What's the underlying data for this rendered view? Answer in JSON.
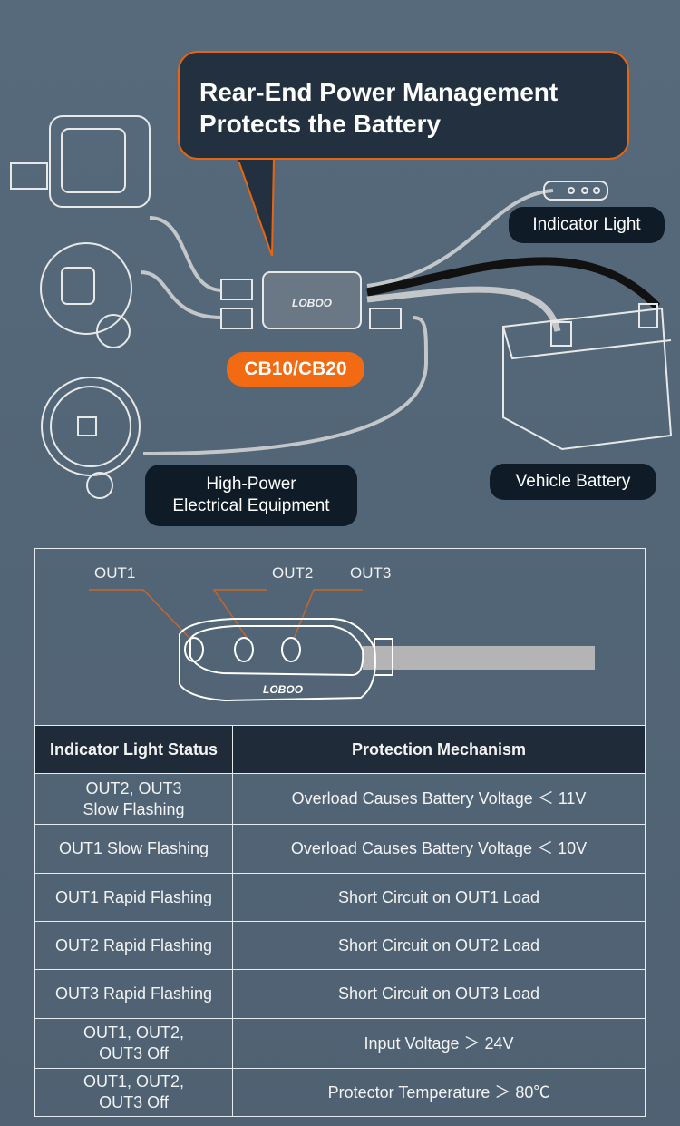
{
  "callout": {
    "line1": "Rear-End Power Management",
    "line2": "Protects the Battery"
  },
  "labels": {
    "indicator_light": "Indicator Light",
    "vehicle_battery": "Vehicle Battery",
    "equipment_line1": "High-Power",
    "equipment_line2": "Electrical Equipment",
    "model": "CB10/CB20",
    "brand": "LOBOO"
  },
  "indicator_diagram": {
    "out1": "OUT1",
    "out2": "OUT2",
    "out3": "OUT3"
  },
  "table": {
    "headers": [
      "Indicator Light Status",
      "Protection Mechanism"
    ],
    "rows": [
      {
        "status": "OUT2, OUT3",
        "status2": "Slow Flashing",
        "mechanism": "Overload Causes Battery Voltage ＜ 11V"
      },
      {
        "status": "OUT1 Slow Flashing",
        "status2": "",
        "mechanism": "Overload Causes Battery Voltage ＜ 10V"
      },
      {
        "status": "OUT1 Rapid Flashing",
        "status2": "",
        "mechanism": "Short Circuit on OUT1 Load"
      },
      {
        "status": "OUT2 Rapid Flashing",
        "status2": "",
        "mechanism": "Short Circuit on OUT2 Load"
      },
      {
        "status": "OUT3 Rapid Flashing",
        "status2": "",
        "mechanism": "Short Circuit on OUT3 Load"
      },
      {
        "status": "OUT1, OUT2,",
        "status2": "OUT3 Off",
        "mechanism": "Input Voltage ＞ 24V"
      },
      {
        "status": "OUT1, OUT2,",
        "status2": "OUT3 Off",
        "mechanism": "Protector Temperature ＞ 80℃"
      }
    ]
  },
  "colors": {
    "accent": "#f26a12",
    "background": "#55687a",
    "dark": "#1f2b38"
  }
}
